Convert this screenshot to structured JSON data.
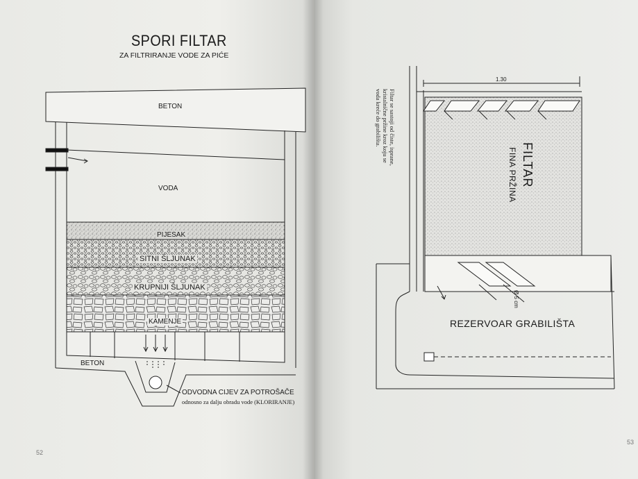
{
  "left": {
    "title": "SPORI FILTAR",
    "subtitle": "ZA FILTRIRANJE VODE ZA PIĆE",
    "labels": {
      "beton_top": "BETON",
      "voda": "VODA",
      "pijesak": "PIJESAK",
      "sitni": "SITNI ŠLJUNAK",
      "krupniji": "KRUPNIJI ŠLJUNAK",
      "kamenje": "KAMENJE",
      "beton_bottom": "BETON",
      "odvodna": "ODVODNA CIJEV ZA POTROŠAČE",
      "odvodna2": "odnosno za dalju obradu vode (KLORIRANJE)"
    },
    "page_number": "52"
  },
  "right": {
    "dimension": "1.30",
    "note": "Filtar se sastoji od čiste, isprane, kristalnične pržine kroz koju se voda kreće do grabilišta.",
    "filtar": "FILTAR",
    "fina": "FINA PRŽINA",
    "pipe": "Ø 5 cm",
    "rezervoar": "REZERVOAR GRABILIŠTA",
    "page_number": "53"
  }
}
